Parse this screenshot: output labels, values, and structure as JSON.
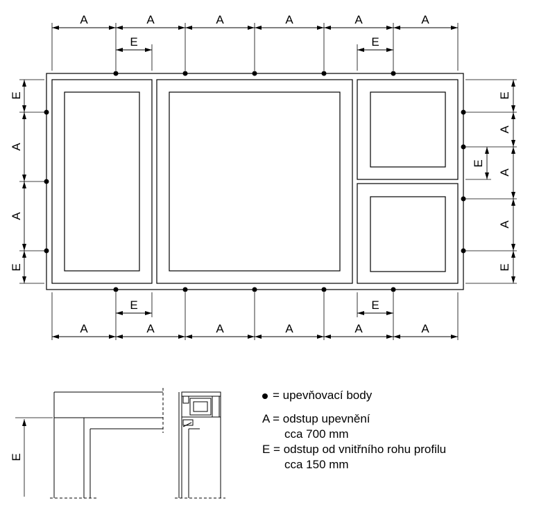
{
  "labels": {
    "spacing": "A",
    "edge_offset": "E"
  },
  "legend": {
    "points_text": "= upevňovací body",
    "a_line1": "A = odstup upevnění",
    "a_line2": "cca 700 mm",
    "e_line1": "E = odstup od vnitřního rohu profilu",
    "e_line2": "cca 150 mm"
  },
  "colors": {
    "ink": "#000000",
    "background": "#ffffff"
  },
  "icons": {
    "bullet": "fixing-point-dot"
  }
}
